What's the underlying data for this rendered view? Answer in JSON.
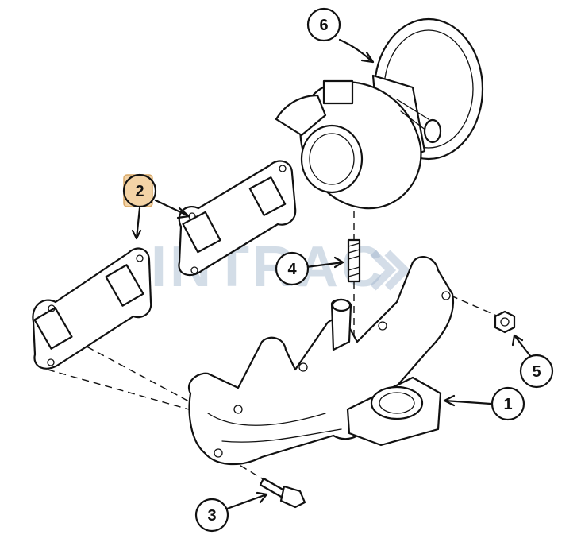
{
  "watermark": "INTRAC",
  "highlight_color": "#f3d3a6",
  "highlight_stroke": "#d8a867",
  "callouts": {
    "c1": "1",
    "c2": "2",
    "c3": "3",
    "c4": "4",
    "c5": "5",
    "c6": "6"
  },
  "parts": [
    {
      "number": "1",
      "name": "exhaust manifold"
    },
    {
      "number": "2",
      "name": "manifold gasket"
    },
    {
      "number": "3",
      "name": "bolt"
    },
    {
      "number": "4",
      "name": "stud"
    },
    {
      "number": "5",
      "name": "nut"
    },
    {
      "number": "6",
      "name": "turbocharger"
    }
  ],
  "selected_callout": "2"
}
